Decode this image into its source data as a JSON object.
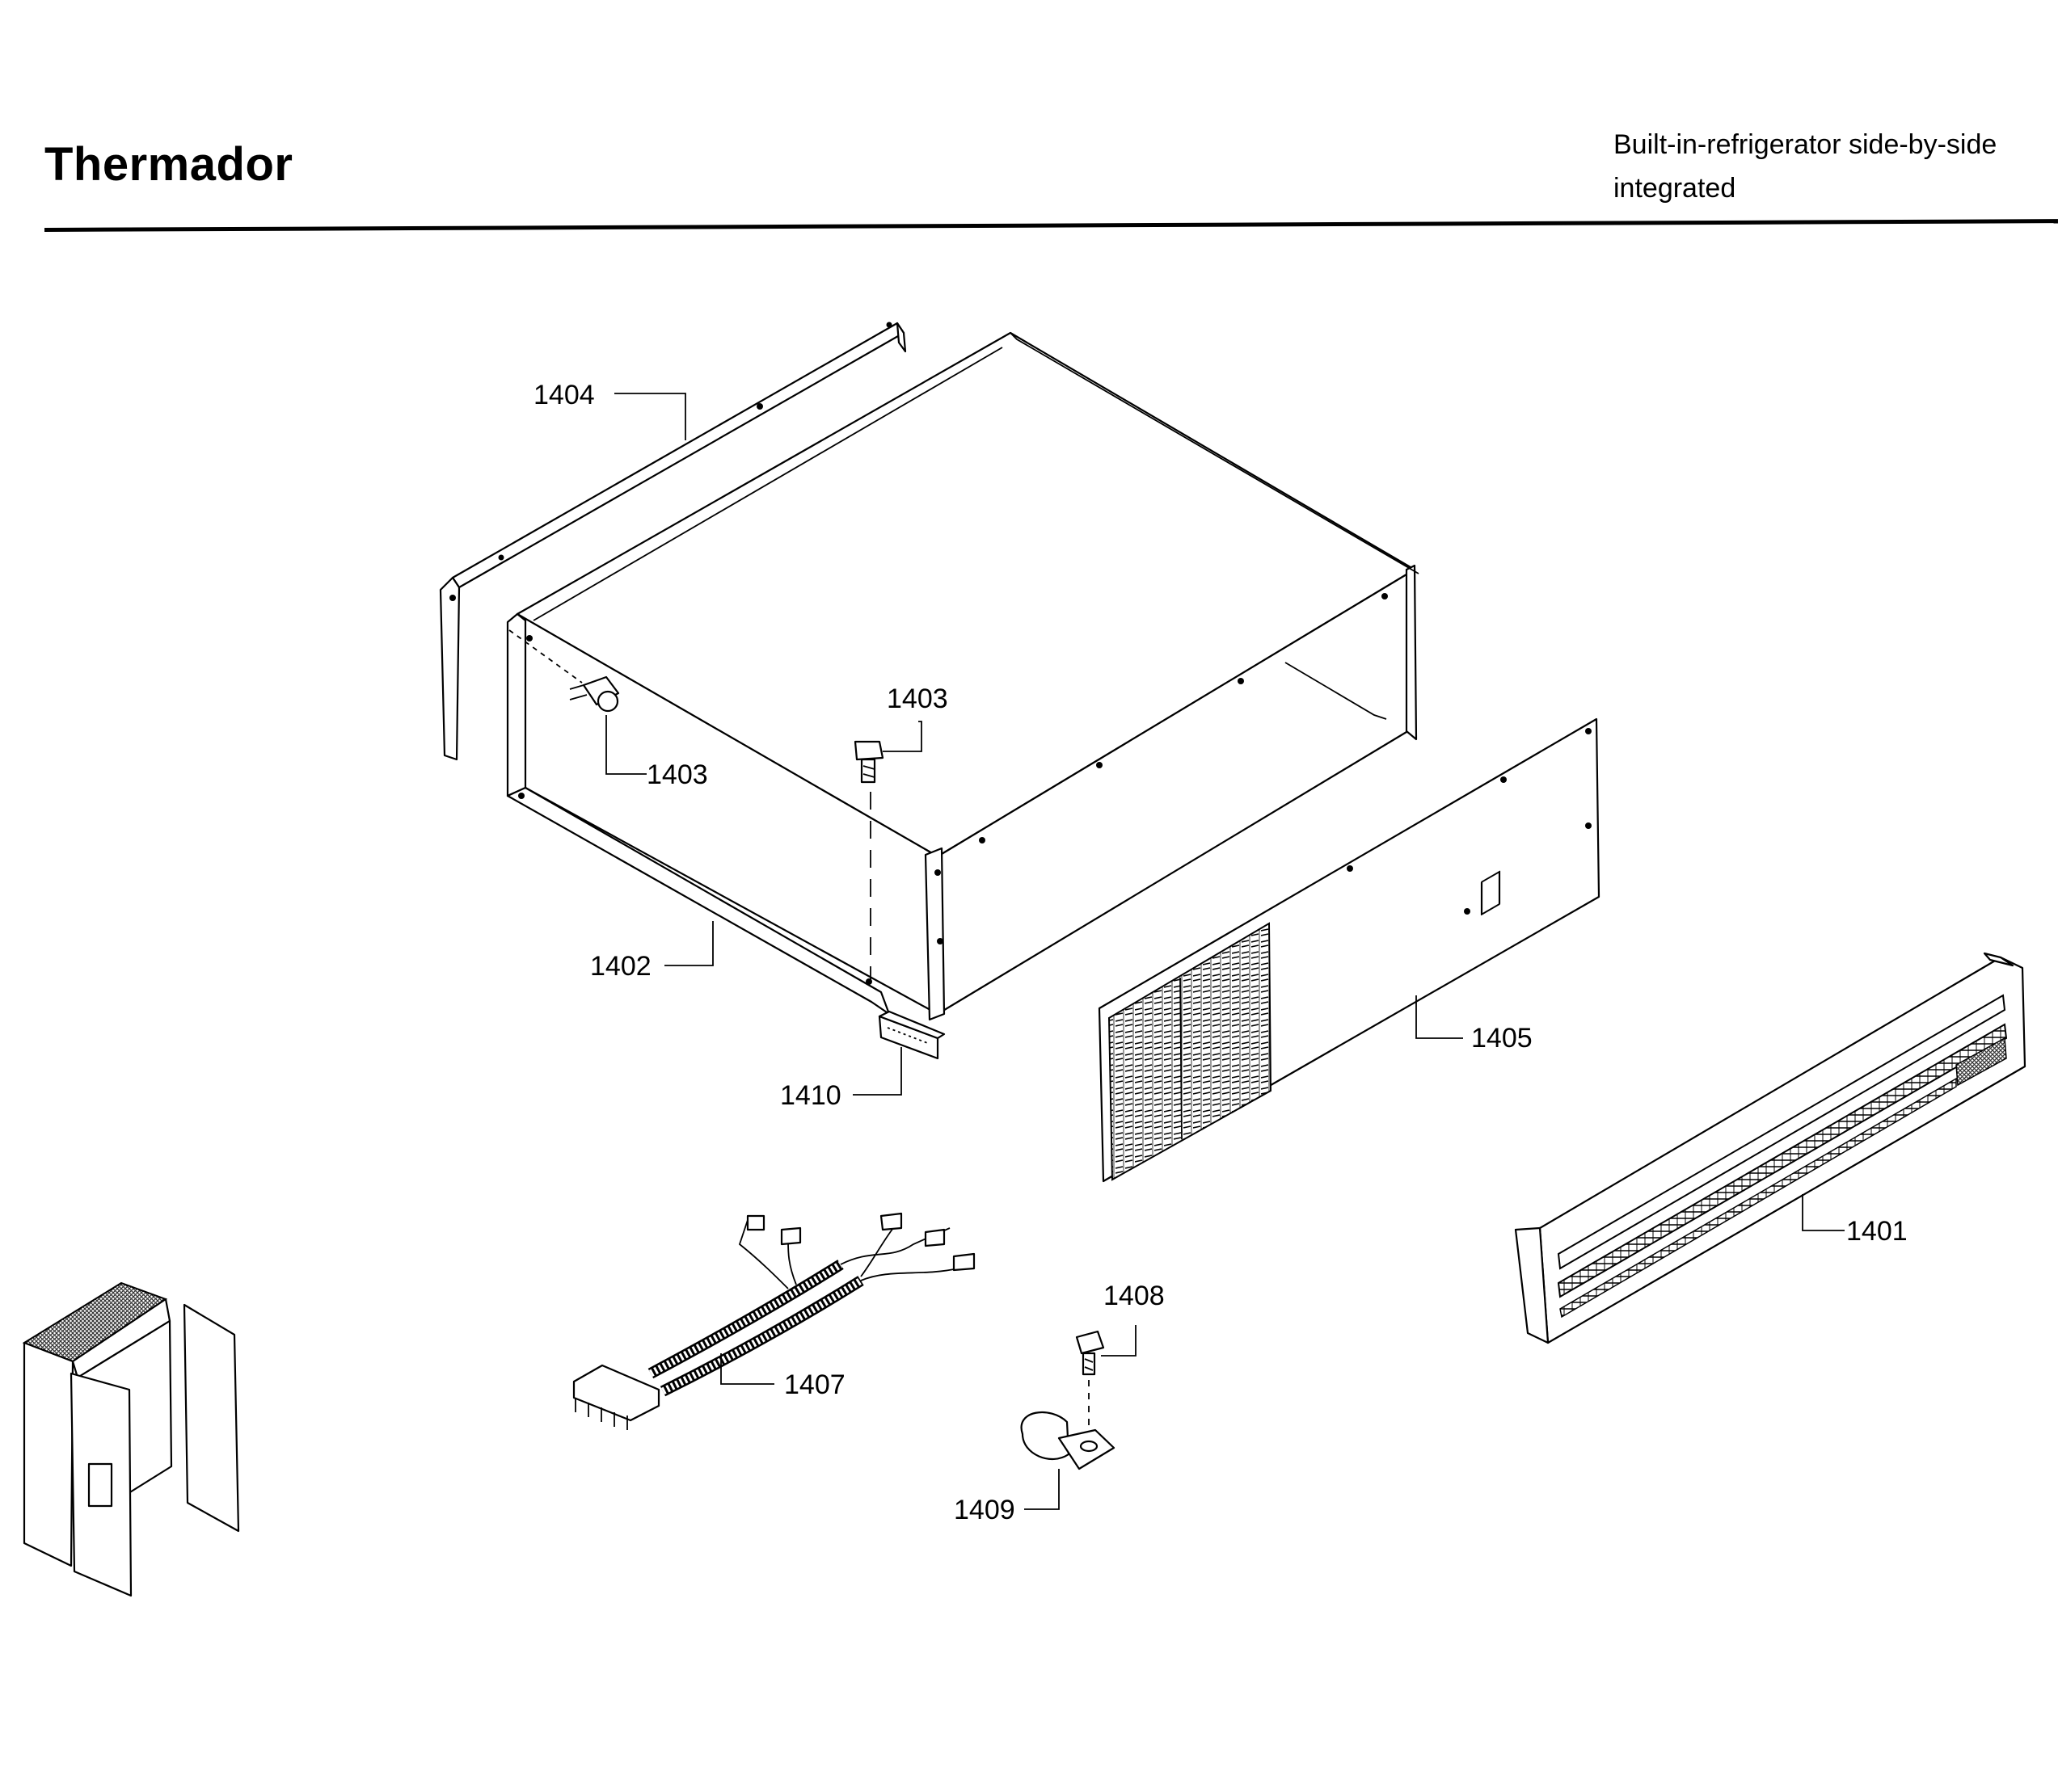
{
  "header": {
    "brand": "Thermador",
    "subtitle_line1": "Built-in-refrigerator side-by-side",
    "subtitle_line2": "integrated"
  },
  "labels": {
    "p1401": "1401",
    "p1402": "1402",
    "p1403a": "1403",
    "p1403b": "1403",
    "p1404": "1404",
    "p1405": "1405",
    "p1407": "1407",
    "p1408": "1408",
    "p1409": "1409",
    "p1410": "1410"
  }
}
